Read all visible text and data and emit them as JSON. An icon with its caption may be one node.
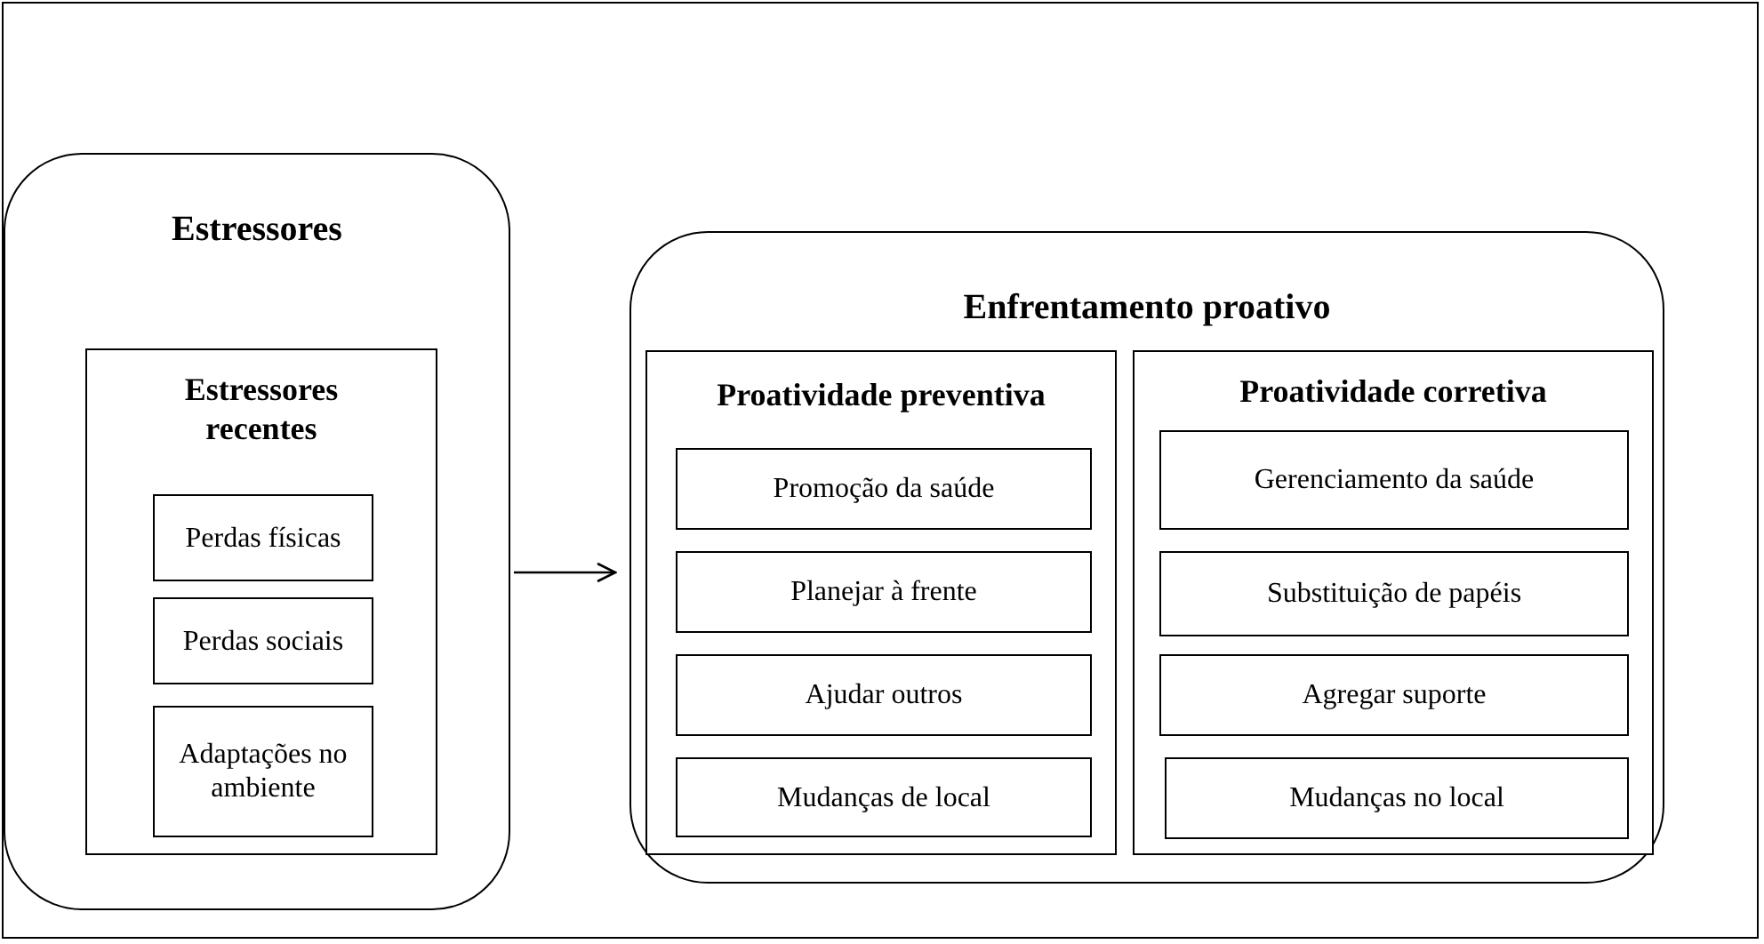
{
  "diagram": {
    "nodes": [
      {
        "text": [
          "Estressores"
        ]
      },
      {
        "text": [
          "Estressores recentes"
        ],
        "in": 0
      },
      {
        "text": [
          "Perdas físicas"
        ],
        "in": 1
      },
      {
        "text": [
          "Perdas sociais"
        ],
        "in": 1
      },
      {
        "text": [
          "Adaptações no ambiente"
        ],
        "in": 1
      },
      {
        "text": [
          "Enfrentamento proativo"
        ]
      },
      {
        "text": [
          "Proatividade preventiva"
        ],
        "in": 5
      },
      {
        "text": [
          "Promoção da saúde"
        ],
        "in": 6
      },
      {
        "text": [
          "Planejar à frente"
        ],
        "in": 6
      },
      {
        "text": [
          "Ajudar outros"
        ],
        "in": 6
      },
      {
        "text": [
          "Mudanças de local"
        ],
        "in": 6
      },
      {
        "text": [
          "Proatividade corretiva"
        ],
        "in": 5
      },
      {
        "text": [
          "Gerenciamento da saúde"
        ],
        "in": 11
      },
      {
        "text": [
          "Substituição de papéis"
        ],
        "in": 11
      },
      {
        "text": [
          "Agregar suporte"
        ],
        "in": 11
      },
      {
        "text": [
          "Mudanças no local"
        ],
        "in": 11
      }
    ],
    "edges": [
      {
        "from": 0,
        "to": 5,
        "arrow": "to"
      }
    ]
  }
}
